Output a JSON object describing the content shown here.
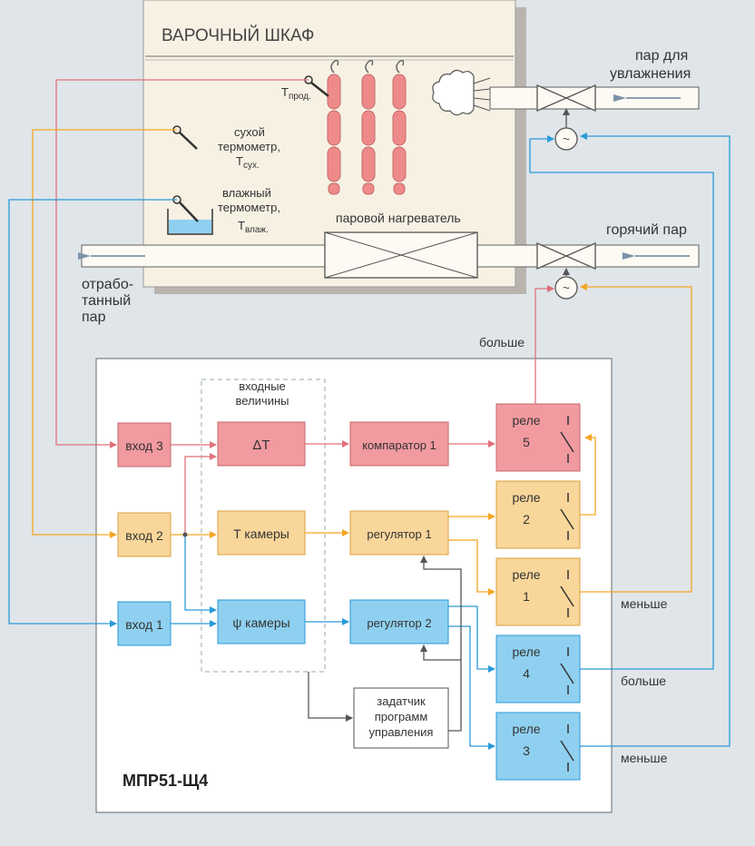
{
  "cabinet": {
    "title": "ВАРОЧНЫЙ ШКАФ",
    "product_temp_main": "T",
    "product_temp_sub": "прод.",
    "dry_thermo_line1": "сухой",
    "dry_thermo_line2": "термометр,",
    "dry_thermo_main": "T",
    "dry_thermo_sub": "сух.",
    "wet_thermo_line1": "влажный",
    "wet_thermo_line2": "термометр,",
    "wet_thermo_main": "T",
    "wet_thermo_sub": "влаж.",
    "heater_label": "паровой нагреватель"
  },
  "pipes": {
    "humid_steam_line1": "пар для",
    "humid_steam_line2": "увлажнения",
    "hot_steam": "горячий пар",
    "exhaust_line1": "отрабо-",
    "exhaust_line2": "танный",
    "exhaust_line3": "пар"
  },
  "labels": {
    "more_top": "больше",
    "less_1": "меньше",
    "more_2": "больше",
    "less_2": "меньше"
  },
  "controller": {
    "model": "МПР51-Щ4",
    "inputs_group_line1": "входные",
    "inputs_group_line2": "величины",
    "input3": "вход 3",
    "input2": "вход 2",
    "input1": "вход 1",
    "delta_t": "ΔT",
    "t_chamber": "T камеры",
    "psi_chamber": "ψ камеры",
    "comparator1": "компаратор 1",
    "regulator1": "регулятор 1",
    "regulator2": "регулятор 2",
    "setter_line1": "задатчик",
    "setter_line2": "программ",
    "setter_line3": "управления",
    "relay_word": "реле",
    "relay5": "5",
    "relay2": "2",
    "relay1": "1",
    "relay4": "4",
    "relay3": "3"
  },
  "colors": {
    "red": "#e0707a",
    "orange": "#f5a623",
    "blue": "#2a9ad8",
    "red_fill": "#f19aa0",
    "orange_fill": "#f9d69a",
    "blue_fill": "#8fd0f0",
    "cabinet_fill": "#f7f1e4",
    "gray": "#555555"
  }
}
